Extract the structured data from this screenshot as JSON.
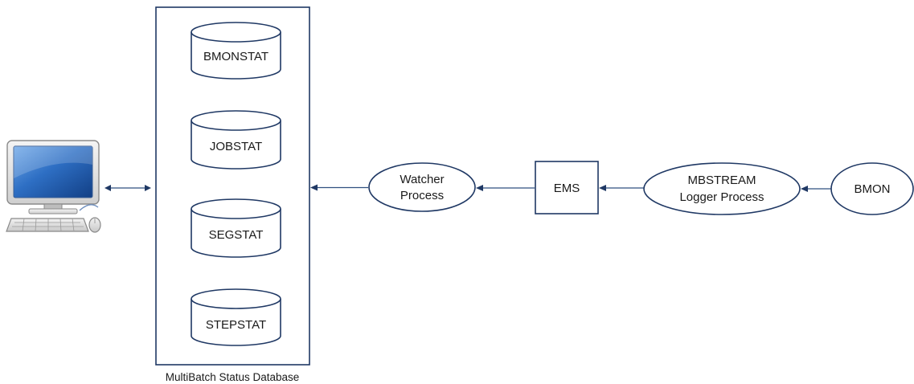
{
  "database": {
    "caption": "MultiBatch Status Database",
    "tables": [
      {
        "name": "BMONSTAT"
      },
      {
        "name": "JOBSTAT"
      },
      {
        "name": "SEGSTAT"
      },
      {
        "name": "STEPSTAT"
      }
    ]
  },
  "nodes": {
    "watcher": {
      "line1": "Watcher",
      "line2": "Process"
    },
    "ems": {
      "label": "EMS"
    },
    "logger": {
      "line1": "MBSTREAM",
      "line2": "Logger Process"
    },
    "bmon": {
      "label": "BMON"
    }
  },
  "icons": {
    "workstation": "desktop-computer-icon"
  },
  "colors": {
    "stroke": "#1f3864",
    "connector": "#2f4f7f",
    "screen": "#2e6fc4"
  }
}
